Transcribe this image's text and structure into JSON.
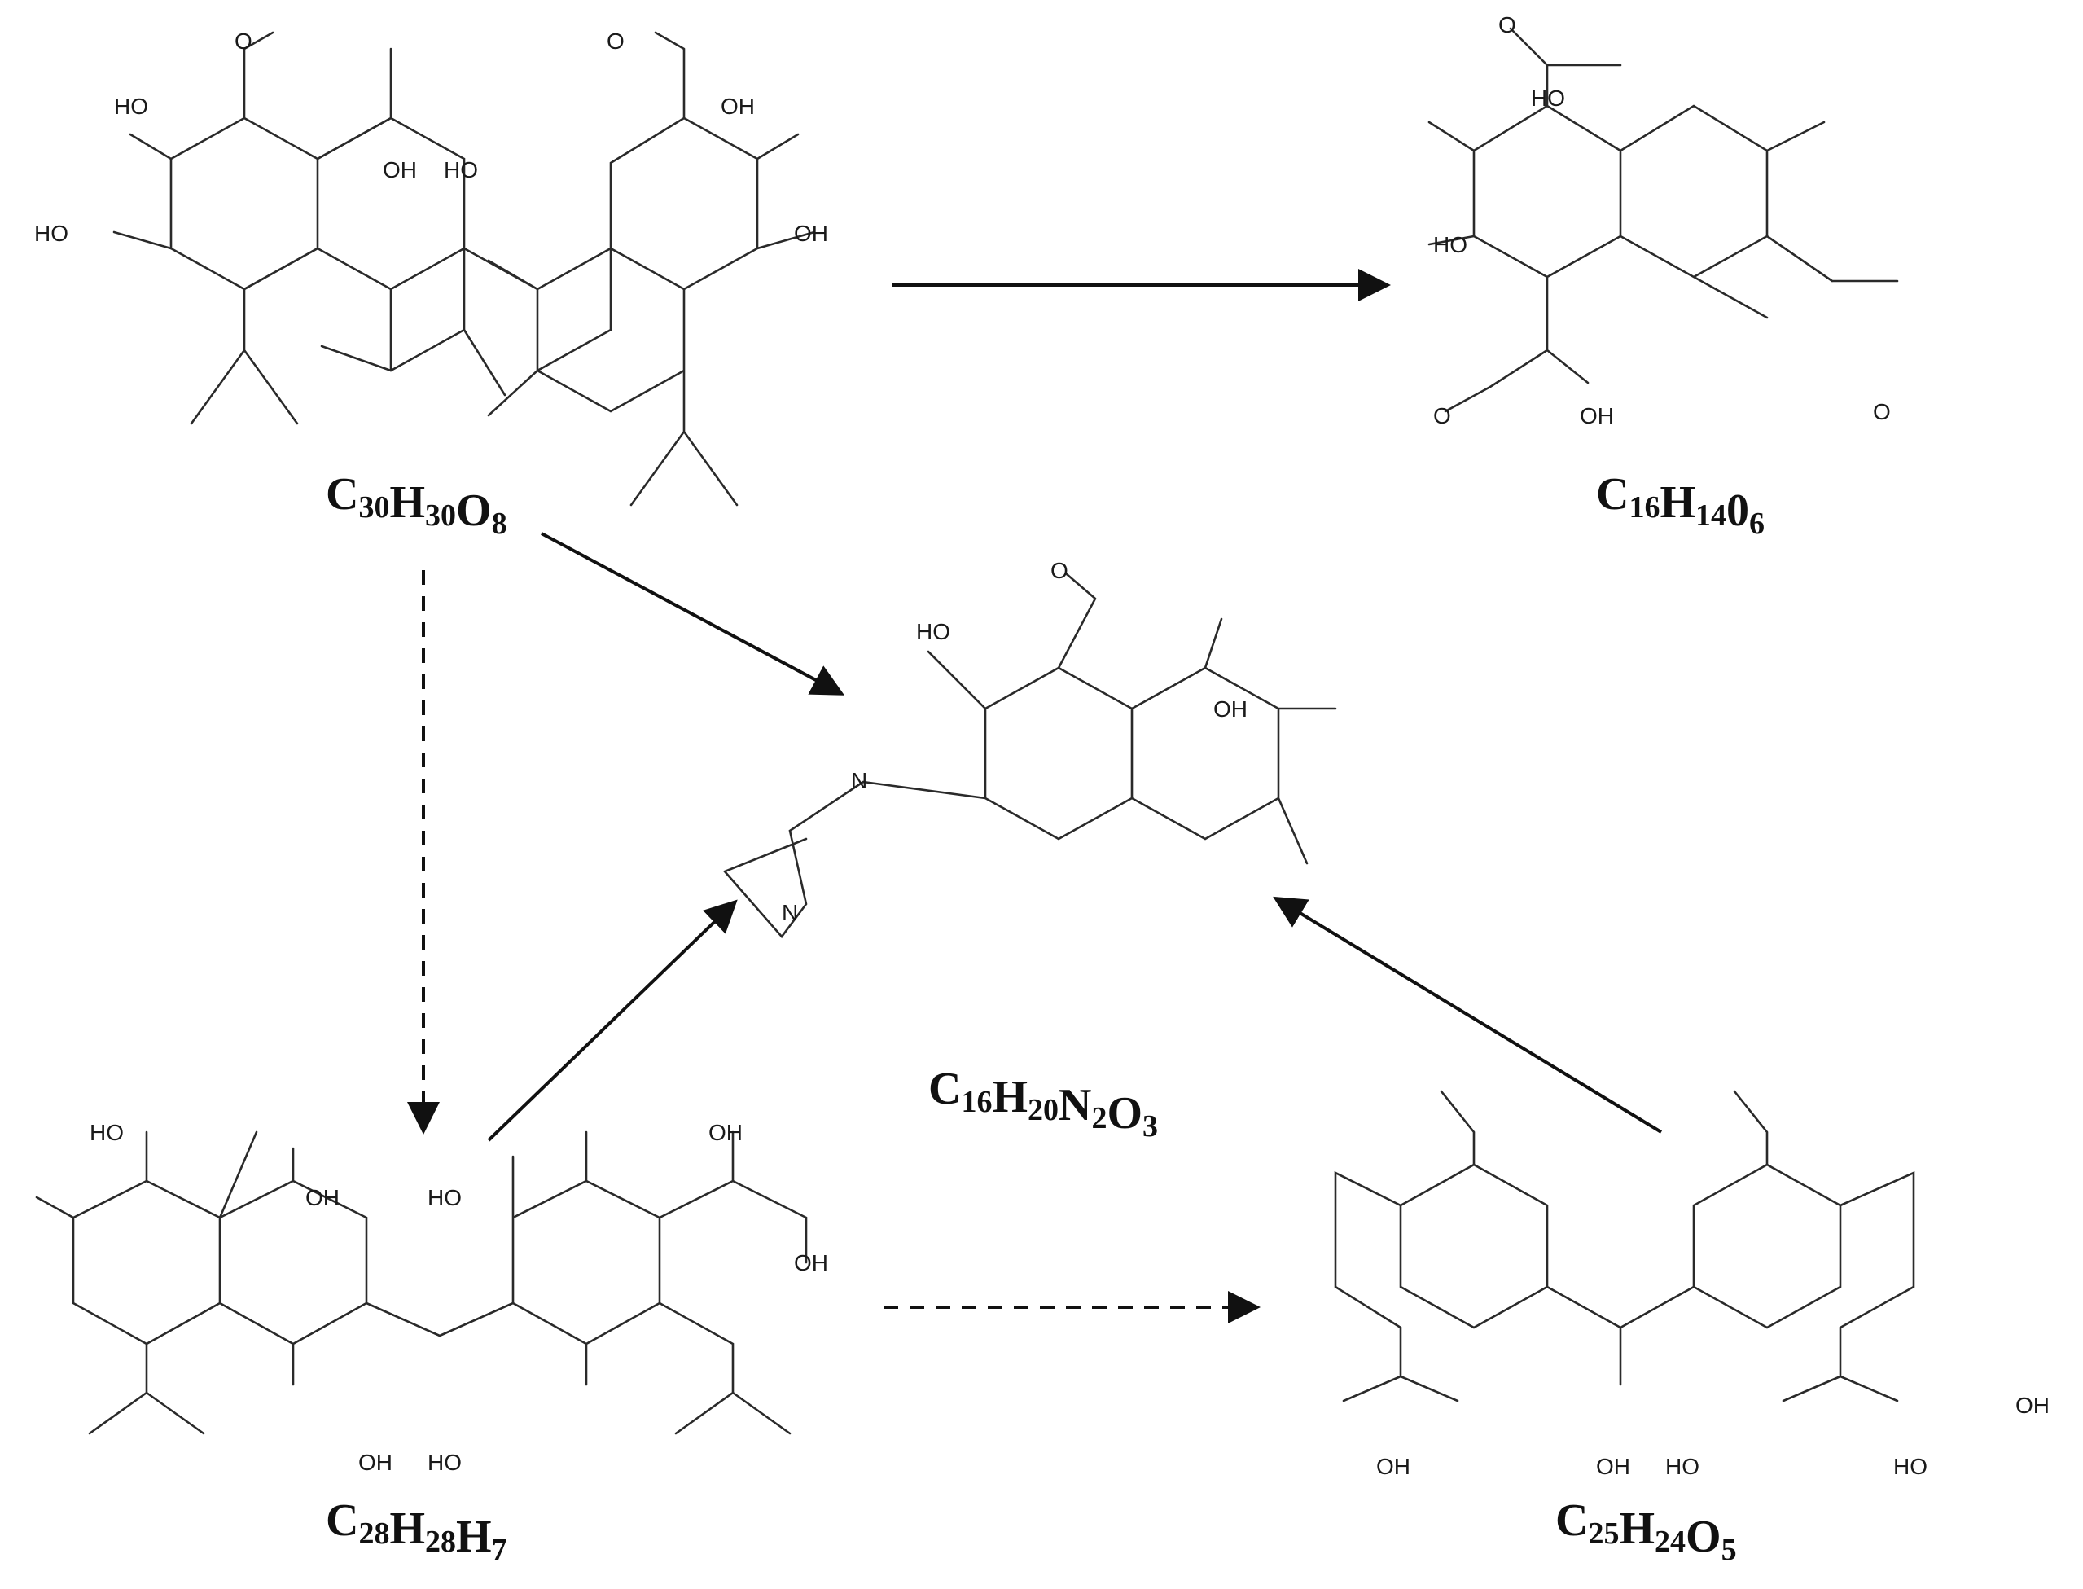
{
  "figure": {
    "compounds": [
      {
        "id": "c30",
        "formula": [
          [
            "C",
            "30"
          ],
          [
            "H",
            "30"
          ],
          [
            "O",
            "8"
          ]
        ]
      },
      {
        "id": "c16a",
        "formula": [
          [
            "C",
            "16"
          ],
          [
            "H",
            "14"
          ],
          [
            "0",
            "6"
          ]
        ]
      },
      {
        "id": "c16b",
        "formula": [
          [
            "C",
            "16"
          ],
          [
            "H",
            "20"
          ],
          [
            "N",
            "2"
          ],
          [
            "O",
            "3"
          ]
        ]
      },
      {
        "id": "c28",
        "formula": [
          [
            "C",
            "28"
          ],
          [
            "H",
            "28"
          ],
          [
            "H",
            "7"
          ]
        ]
      },
      {
        "id": "c25",
        "formula": [
          [
            "C",
            "25"
          ],
          [
            "H",
            "24"
          ],
          [
            "O",
            "5"
          ]
        ]
      }
    ],
    "atom_labels": {
      "OH": "OH",
      "HO": "HO",
      "O": "O",
      "N": "N"
    },
    "arrows": [
      {
        "from": "c30",
        "to": "c16a",
        "style": "solid"
      },
      {
        "from": "c30",
        "to": "c16b",
        "style": "solid"
      },
      {
        "from": "c30",
        "to": "c28",
        "style": "dashed"
      },
      {
        "from": "c28",
        "to": "c16b",
        "style": "solid"
      },
      {
        "from": "c28",
        "to": "c25",
        "style": "dashed"
      },
      {
        "from": "c25",
        "to": "c16b",
        "style": "solid"
      }
    ]
  }
}
